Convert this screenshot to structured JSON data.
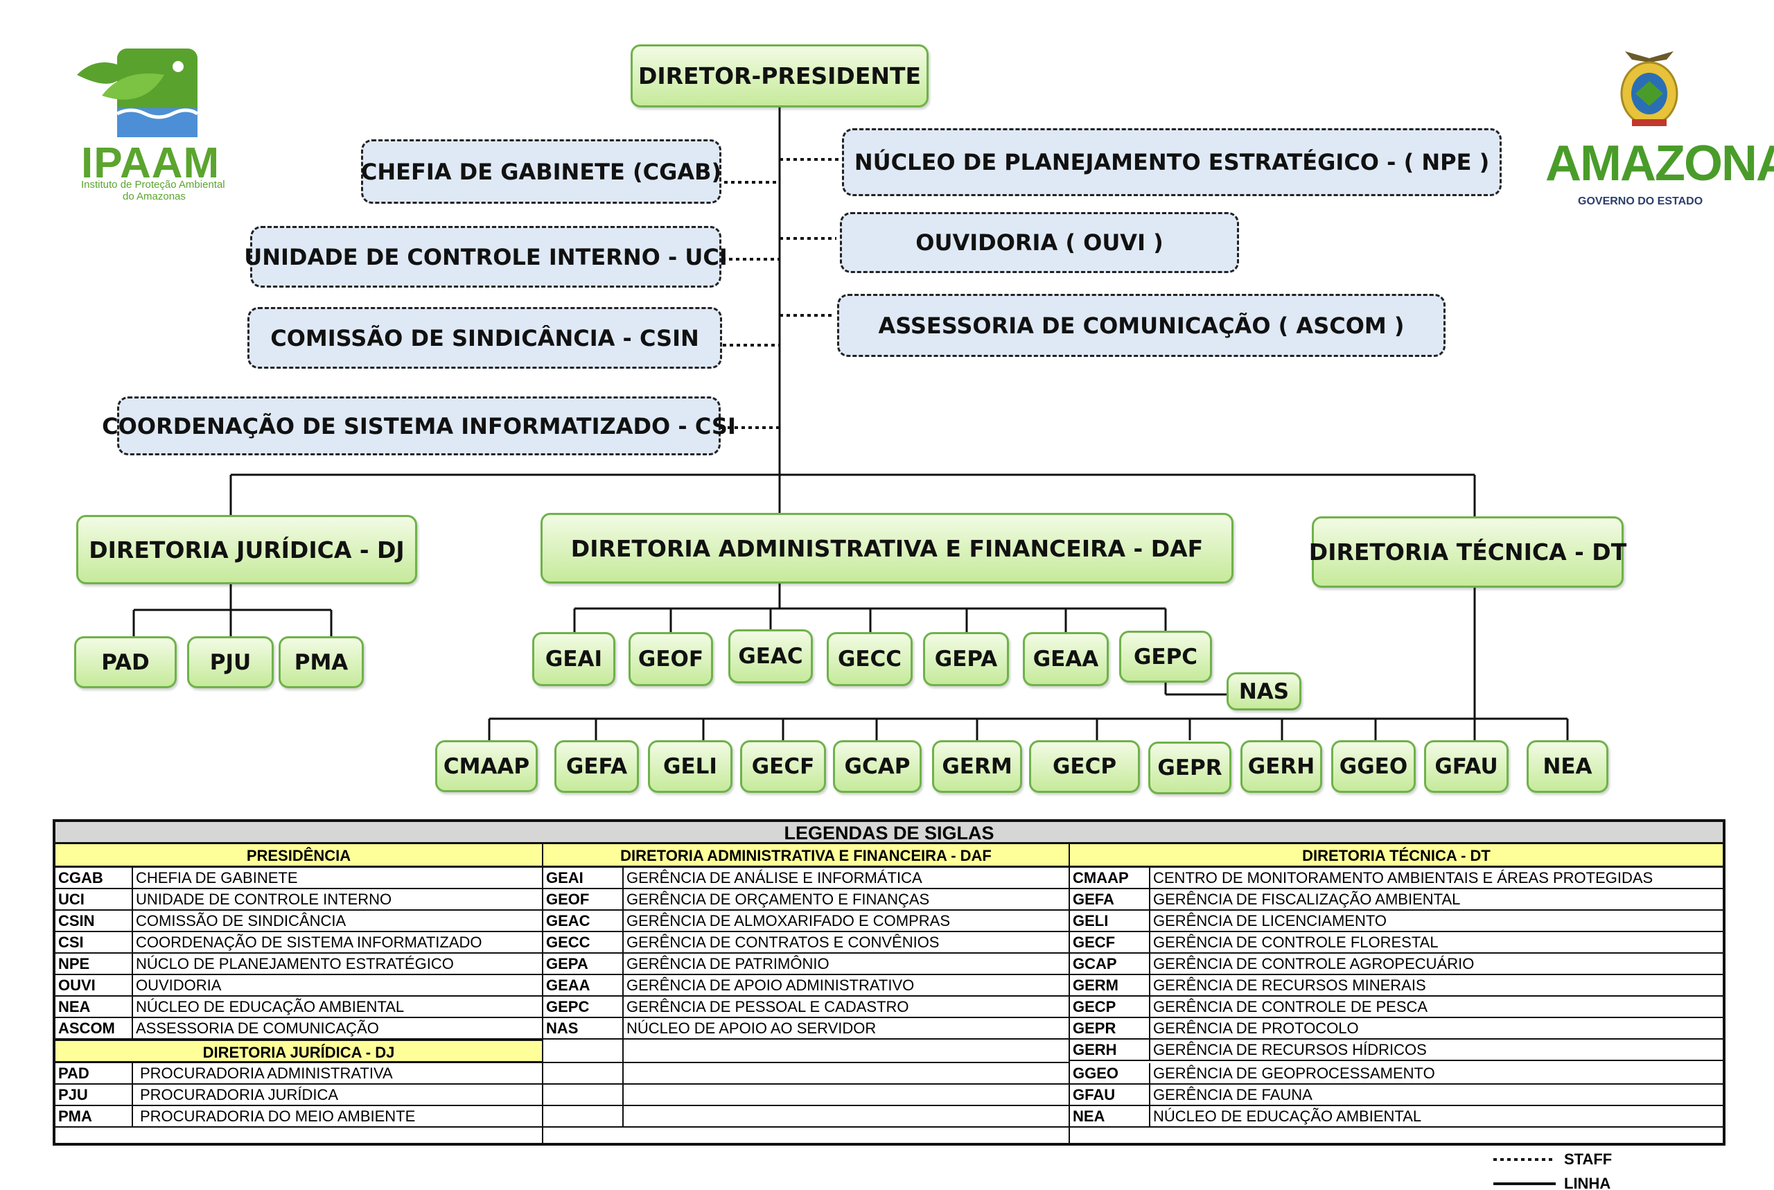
{
  "top": {
    "label": "DIRETOR-PRESIDENTE"
  },
  "staff_left": [
    {
      "label": "CHEFIA DE GABINETE  (CGAB)"
    },
    {
      "label": "UNIDADE DE CONTROLE INTERNO - UCI"
    },
    {
      "label": "COMISSÃO DE SINDICÂNCIA - CSIN"
    },
    {
      "label": "COORDENAÇÃO DE SISTEMA INFORMATIZADO - CSI"
    }
  ],
  "staff_right": [
    {
      "label": "NÚCLEO DE PLANEJAMENTO ESTRATÉGICO - ( NPE )"
    },
    {
      "label": "OUVIDORIA  ( OUVI )"
    },
    {
      "label": "ASSESSORIA DE COMUNICAÇÃO ( ASCOM )"
    }
  ],
  "directorates": {
    "dj": {
      "label": "DIRETORIA JURÍDICA - DJ",
      "units": [
        "PAD",
        "PJU",
        "PMA"
      ]
    },
    "daf": {
      "label": "DIRETORIA ADMINISTRATIVA E FINANCEIRA - DAF",
      "units": [
        "GEAI",
        "GEOF",
        "GEAC",
        "GECC",
        "GEPA",
        "GEAA",
        "GEPC"
      ],
      "sub": "NAS"
    },
    "dt": {
      "label": "DIRETORIA TÉCNICA - DT",
      "units": [
        "CMAAP",
        "GEFA",
        "GELI",
        "GECF",
        "GCAP",
        "GERM",
        "GECP",
        "GEPR",
        "GERH",
        "GGEO",
        "GFAU",
        "NEA"
      ]
    }
  },
  "logos": {
    "ipaam": {
      "name": "IPAAM",
      "line1": "Instituto de Proteção Ambiental",
      "line2": "do Amazonas"
    },
    "amazonas": {
      "name": "AMAZONAS",
      "sub": "GOVERNO DO ESTADO"
    }
  },
  "legend": {
    "title": "LEGENDAS DE SIGLAS",
    "presidencia": {
      "header": "PRESIDÊNCIA",
      "rows": [
        [
          "CGAB",
          "CHEFIA DE GABINETE"
        ],
        [
          "UCI",
          "UNIDADE DE CONTROLE INTERNO"
        ],
        [
          "CSIN",
          "COMISSÃO DE SINDICÂNCIA"
        ],
        [
          "CSI",
          "COORDENAÇÃO DE SISTEMA INFORMATIZADO"
        ],
        [
          "NPE",
          "NÚCLO DE PLANEJAMENTO ESTRATÉGICO"
        ],
        [
          "OUVI",
          "OUVIDORIA"
        ],
        [
          "NEA",
          "NÚCLEO DE EDUCAÇÃO AMBIENTAL"
        ],
        [
          "ASCOM",
          "ASSESSORIA DE COMUNICAÇÃO"
        ]
      ]
    },
    "dj": {
      "header": "DIRETORIA JURÍDICA - DJ",
      "rows": [
        [
          "PAD",
          "PROCURADORIA ADMINISTRATIVA"
        ],
        [
          "PJU",
          "PROCURADORIA JURÍDICA"
        ],
        [
          "PMA",
          "PROCURADORIA DO MEIO AMBIENTE"
        ]
      ]
    },
    "daf": {
      "header": "DIRETORIA ADMINISTRATIVA E FINANCEIRA - DAF",
      "rows": [
        [
          "GEAI",
          "GERÊNCIA DE ANÁLISE E INFORMÁTICA"
        ],
        [
          "GEOF",
          "GERÊNCIA DE ORÇAMENTO E FINANÇAS"
        ],
        [
          "GEAC",
          "GERÊNCIA DE ALMOXARIFADO E COMPRAS"
        ],
        [
          "GECC",
          "GERÊNCIA DE CONTRATOS E CONVÊNIOS"
        ],
        [
          "GEPA",
          "GERÊNCIA DE PATRIMÔNIO"
        ],
        [
          "GEAA",
          "GERÊNCIA DE APOIO ADMINISTRATIVO"
        ],
        [
          "GEPC",
          "GERÊNCIA DE PESSOAL E CADASTRO"
        ],
        [
          "NAS",
          "NÚCLEO DE APOIO AO SERVIDOR"
        ]
      ]
    },
    "dt": {
      "header": "DIRETORIA TÉCNICA - DT",
      "rows": [
        [
          "CMAAP",
          "CENTRO DE MONITORAMENTO AMBIENTAIS E ÁREAS PROTEGIDAS"
        ],
        [
          "GEFA",
          "GERÊNCIA DE FISCALIZAÇÃO AMBIENTAL"
        ],
        [
          "GELI",
          "GERÊNCIA DE LICENCIAMENTO"
        ],
        [
          "GECF",
          "GERÊNCIA DE CONTROLE FLORESTAL"
        ],
        [
          "GCAP",
          "GERÊNCIA DE CONTROLE AGROPECUÁRIO"
        ],
        [
          "GERM",
          "GERÊNCIA DE RECURSOS MINERAIS"
        ],
        [
          "GECP",
          "GERÊNCIA DE CONTROLE DE PESCA"
        ],
        [
          "GEPR",
          "GERÊNCIA DE PROTOCOLO"
        ],
        [
          "GERH",
          "GERÊNCIA DE RECURSOS HÍDRICOS"
        ],
        [
          "GGEO",
          "GERÊNCIA DE GEOPROCESSAMENTO"
        ],
        [
          "GFAU",
          "GERÊNCIA DE FAUNA"
        ],
        [
          "NEA",
          "NÚCLEO DE EDUCAÇÃO AMBIENTAL"
        ]
      ]
    }
  },
  "key": {
    "staff": "STAFF",
    "linha": "LINHA"
  },
  "colors": {
    "green_border": "#6fb24a",
    "staff_fill": "#dfe9f5",
    "legend_head": "#ffff99"
  }
}
